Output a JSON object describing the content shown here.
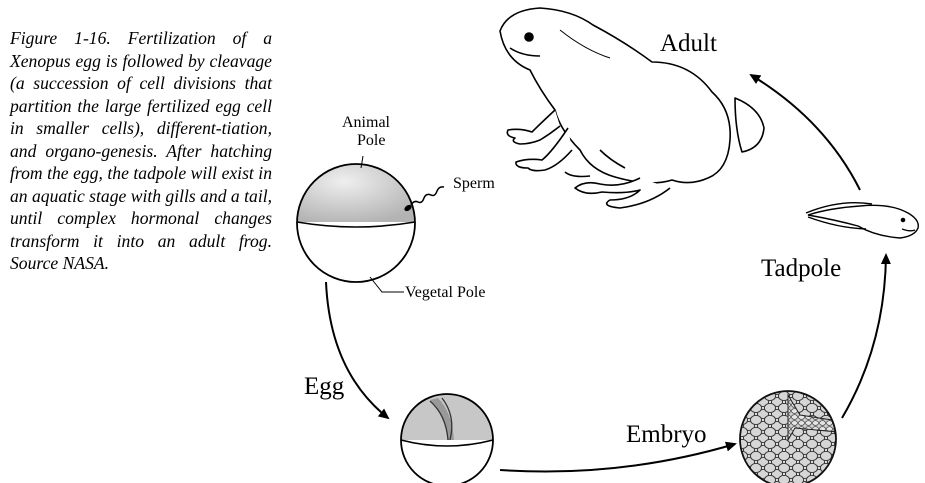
{
  "caption": "Figure 1-16. Fertilization of a Xenopus egg is followed by cleavage (a succession of cell divisions that partition the large fertilized egg cell in smaller cells), different-tiation, and organo-genesis. After hatching from the egg, the tadpole will exist in an aquatic stage with gills and a tail, until complex hormonal changes transform it into an adult frog. Source NASA.",
  "labels": {
    "adult": "Adult",
    "tadpole": "Tadpole",
    "embryo": "Embryo",
    "egg": "Egg",
    "animal_pole_1": "Animal",
    "animal_pole_2": "Pole",
    "sperm": "Sperm",
    "vegetal_pole": "Vegetal Pole"
  }
}
